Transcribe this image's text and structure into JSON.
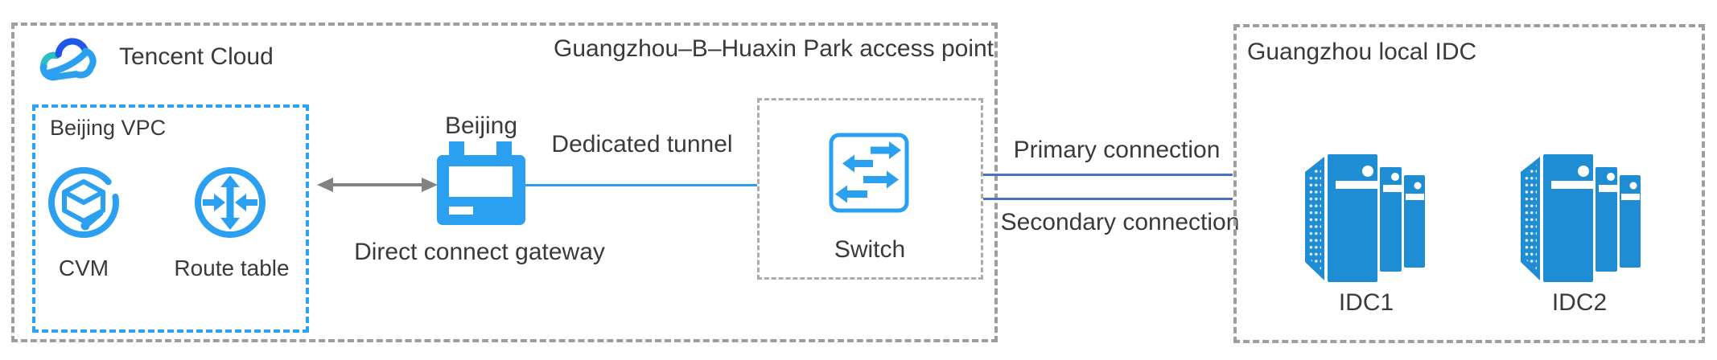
{
  "colors": {
    "icon_blue": "#2b9ff0",
    "server_blue": "#1f8dd3",
    "connection_blue": "#4a70c8",
    "tunnel_blue": "#2b9ff0",
    "border_gray": "#9e9e9e",
    "arrow_gray": "#828282",
    "vpc_border_blue": "#2ba2f5",
    "logo_dark_blue": "#1f55e8",
    "logo_teal": "#2abdc4",
    "text": "#3a3a3a"
  },
  "header": {
    "brand": "Tencent Cloud"
  },
  "access_point_zone": {
    "title": "Guangzhou–B–Huaxin Park access point"
  },
  "vpc": {
    "title": "Beijing VPC",
    "nodes": [
      {
        "icon": "cvm-icon",
        "label": "CVM"
      },
      {
        "icon": "route-table-icon",
        "label": "Route table"
      }
    ]
  },
  "gateway": {
    "region": "Beijing",
    "label": "Direct connect gateway"
  },
  "tunnel": {
    "label": "Dedicated tunnel"
  },
  "switch_node": {
    "label": "Switch"
  },
  "connections": [
    {
      "label": "Primary connection"
    },
    {
      "label": "Secondary connection"
    }
  ],
  "idc_zone": {
    "title": "Guangzhou local IDC",
    "nodes": [
      {
        "icon": "idc-server-icon",
        "label": "IDC1"
      },
      {
        "icon": "idc-server-icon",
        "label": "IDC2"
      }
    ]
  }
}
